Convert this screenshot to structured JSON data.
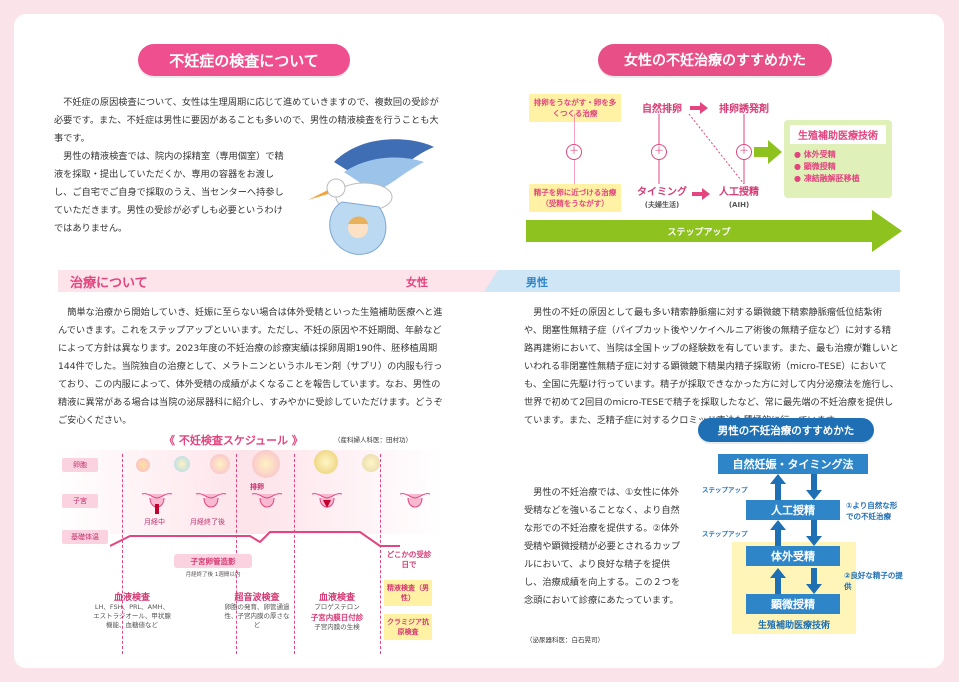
{
  "top_left": {
    "title": "不妊症の検査について",
    "p1": "不妊症の原因検査について、女性は生理周期に応じて進めていきますので、複数回の受診が必要です。また、不妊症は男性に要因があることも多いので、男性の精液検査を行うことも大事です。",
    "p2": "男性の精液検査では、院内の採精室（専用個室）で精液を採取・提出していただくか、専用の容器をお渡しし、ご自宅でご自身で採取のうえ、当センターへ持参していただきます。男性の受診が必ずしも必要というわけではありません。"
  },
  "top_right": {
    "title": "女性の不妊治療のすすめかた",
    "box_ovulation": "排卵をうながす・卵を多くつくる治療",
    "box_sperm": "精子を卵に近づける治療（受精をうながす）",
    "natural": "自然排卵",
    "induce": "排卵誘発剤",
    "timing": "タイミング",
    "timing_sub": "(夫婦生活)",
    "aih": "人工授精",
    "aih_sub": "(AIH)",
    "art_title": "生殖補助医療技術",
    "art_items": [
      "体外受精",
      "顕微授精",
      "凍結融解胚移植"
    ],
    "step_up": "ステップアップ",
    "plus": "＋"
  },
  "treatment_bar": {
    "title": "治療について",
    "female": "女性",
    "male": "男性"
  },
  "female": {
    "p1": "簡単な治療から開始していき、妊娠に至らない場合は体外受精といった生殖補助医療へと進んでいきます。これをステップアップといいます。ただし、不妊の原因や不妊期間、年齢などによって方針は異なります。2023年度の不妊治療の診療実績は採卵周期190件、胚移植周期144件でした。当院独自の治療として、メラトニンというホルモン剤（サプリ）の内服も行っており、この内服によって、体外受精の成績がよくなることを報告しています。なお、男性の精液に異常がある場合は当院の泌尿器科に紹介し、すみやかに受診していただけます。どうぞご安心ください。",
    "credit": "（産科婦人科医：田村功）",
    "schedule_title": "《 不妊検査スケジュール 》",
    "row_labels": [
      "卵胞",
      "子宮",
      "基礎体温"
    ],
    "ovulation": "排卵",
    "period": "月経中",
    "period_end": "月経終了後",
    "uterus_test": "子宮卵管造影",
    "uterus_test_sub": "月経終了後 1週間以内",
    "blood1": "血液検査",
    "blood1_sub": "LH、FSH、PRL、AMH、エストラジオール、甲状腺機能、血糖値など",
    "echo": "超音波検査",
    "echo_sub": "卵胞の発育、卵管通過性、子宮内膜の厚さなど",
    "blood2": "血液検査",
    "blood2_sub1": "プロゲステロン",
    "blood2_sub2": "子宮内膜日付診",
    "blood2_sub3": "子宮内膜の生検",
    "anytime": "どこかの受診日で",
    "test_a": "精液検査（男性）",
    "test_b": "クラミジア抗原検査"
  },
  "male": {
    "p1": "男性の不妊の原因として最も多い精索静脈瘤に対する顕微鏡下精索静脈瘤低位結紮術や、閉塞性無精子症（パイプカット後やソケイヘルニア術後の無精子症など）に対する精路再建術において、当院は全国トップの経験数を有しています。また、最も治療が難しいといわれる非閉塞性無精子症に対する顕微鏡下精巣内精子採取術（micro-TESE）においても、全国に先駆け行っています。精子が採取できなかった方に対して内分泌療法を施行し、世界で初めて2回目のmicro-TESEで精子を採取したなど、常に最先端の不妊治療を提供しています。また、乏精子症に対するクロミッド療法も積極的に行っています。",
    "p2": "男性の不妊治療では、①女性に体外受精などを強いることなく、より自然な形での不妊治療を提供する。②体外受精や顕微授精が必要とされるカップルにおいて、より良好な精子を提供し、治療成績を向上する。この２つを念頭において診療にあたっています。",
    "credit": "（泌尿器科医：白石晃司）",
    "diagram_title": "男性の不妊治療のすすめかた",
    "steps": [
      "自然妊娠・タイミング法",
      "人工授精",
      "体外受精",
      "顕微授精"
    ],
    "step_up": "ステップアップ",
    "art_label": "生殖補助医療技術",
    "note1": "①より自然な形での不妊治療",
    "note2": "②良好な精子の提供"
  }
}
